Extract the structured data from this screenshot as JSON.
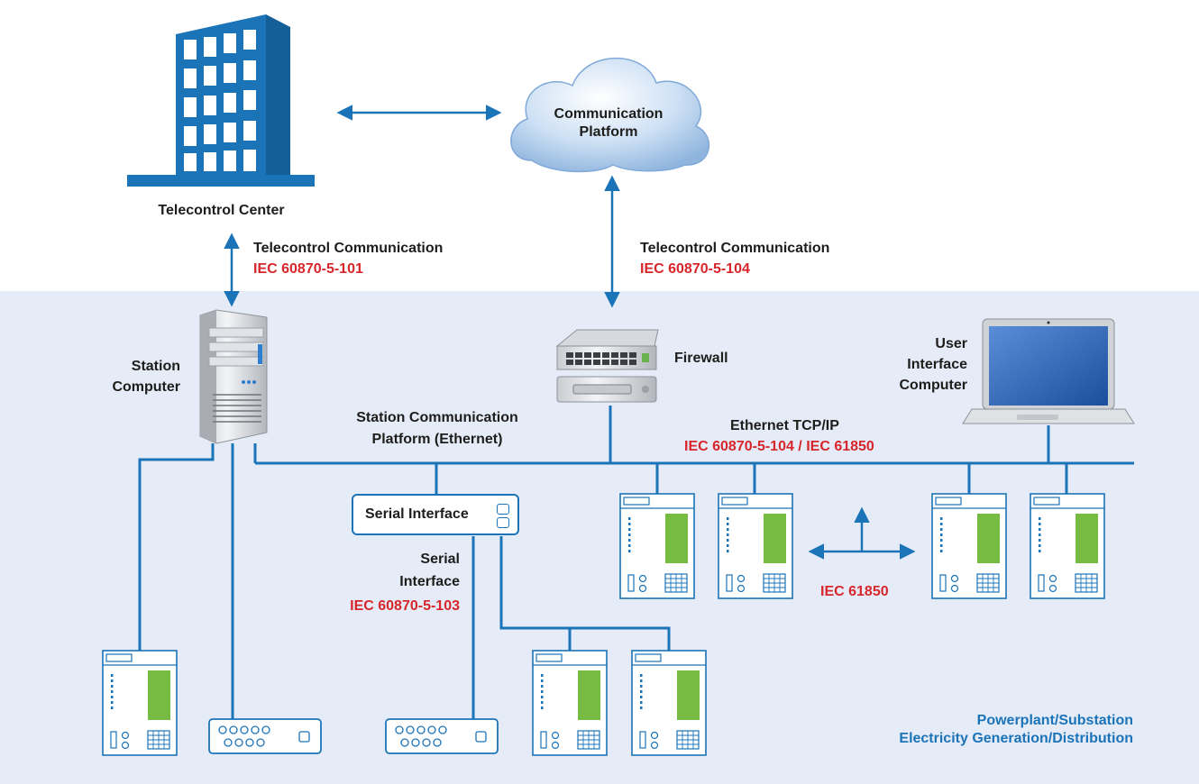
{
  "nodes": {
    "telecontrol_center": "Telecontrol Center",
    "cloud_line1": "Communication",
    "cloud_line2": "Platform",
    "station_computer_line1": "Station",
    "station_computer_line2": "Computer",
    "firewall": "Firewall",
    "ui_computer_line1": "User",
    "ui_computer_line2": "Interface",
    "ui_computer_line3": "Computer",
    "serial_interface_box": "Serial Interface"
  },
  "links": {
    "left_telecontrol_title": "Telecontrol Communication",
    "left_telecontrol_protocol": "IEC 60870-5-101",
    "right_telecontrol_title": "Telecontrol Communication",
    "right_telecontrol_protocol": "IEC 60870-5-104",
    "station_platform_line1": "Station Communication",
    "station_platform_line2": "Platform (Ethernet)",
    "ethernet_title": "Ethernet TCP/IP",
    "ethernet_protocol": "IEC 60870-5-104 / IEC 61850",
    "serial_line1": "Serial",
    "serial_line2": "Interface",
    "serial_protocol": "IEC 60870-5-103",
    "iec61850": "IEC 61850"
  },
  "footer": {
    "line1": "Powerplant/Substation",
    "line2": "Electricity Generation/Distribution"
  },
  "colors": {
    "line_blue": "#1b73b8",
    "protocol_red": "#d7262b",
    "zone_background": "#e6ecf7",
    "display_green": "#76bc43"
  },
  "icons": [
    "office-building-icon",
    "cloud-icon",
    "server-tower-icon",
    "network-switch-icon",
    "firewall-appliance-icon",
    "laptop-icon",
    "protection-relay-icon",
    "rtu-module-icon"
  ]
}
